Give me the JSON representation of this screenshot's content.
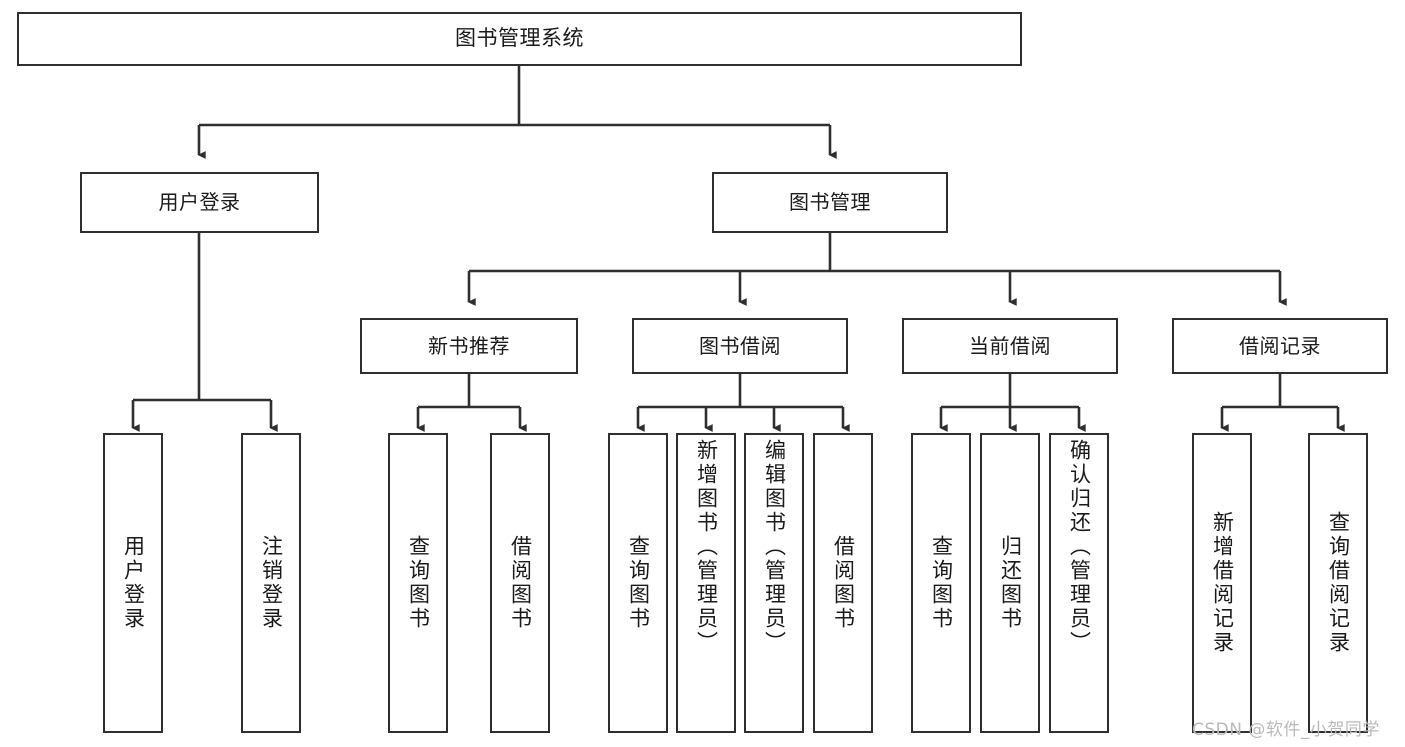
{
  "diagram": {
    "title": "图书管理系统",
    "type": "tree-hierarchy-diagram",
    "accent_color": "#2f2f2f",
    "background_color": "#ffffff",
    "nodes": {
      "root": {
        "label": "图书管理系统"
      },
      "level2": [
        {
          "label": "用户登录"
        },
        {
          "label": "图书管理"
        }
      ],
      "level3": [
        {
          "label": "新书推荐"
        },
        {
          "label": "图书借阅"
        },
        {
          "label": "当前借阅"
        },
        {
          "label": "借阅记录"
        }
      ],
      "leaves_user_login": [
        {
          "label": "用户登录"
        },
        {
          "label": "注销登录"
        }
      ],
      "leaves_new_book": [
        {
          "label": "查询图书"
        },
        {
          "label": "借阅图书"
        }
      ],
      "leaves_borrow": [
        {
          "label": "查询图书"
        },
        {
          "label": "新增图书（管理员）"
        },
        {
          "label": "编辑图书（管理员）"
        },
        {
          "label": "借阅图书"
        }
      ],
      "leaves_current": [
        {
          "label": "查询图书"
        },
        {
          "label": "归还图书"
        },
        {
          "label": "确认归还（管理员）"
        }
      ],
      "leaves_record": [
        {
          "label": "新增借阅记录"
        },
        {
          "label": "查询借阅记录"
        }
      ]
    },
    "watermark": "CSDN @软件_小贺同学"
  }
}
